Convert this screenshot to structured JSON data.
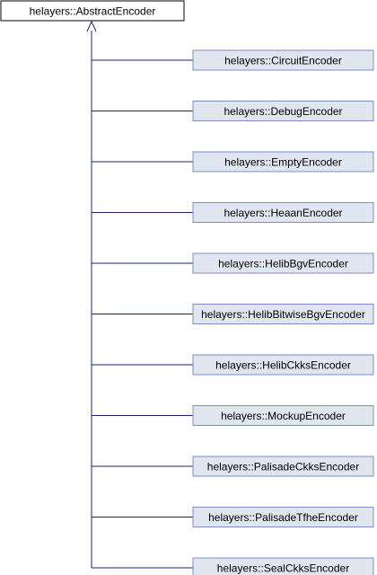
{
  "base_class": {
    "label": "helayers::AbstractEncoder"
  },
  "derived_classes": [
    {
      "label": "helayers::CircuitEncoder"
    },
    {
      "label": "helayers::DebugEncoder"
    },
    {
      "label": "helayers::EmptyEncoder"
    },
    {
      "label": "helayers::HeaanEncoder"
    },
    {
      "label": "helayers::HelibBgvEncoder"
    },
    {
      "label": "helayers::HelibBitwiseBgvEncoder"
    },
    {
      "label": "helayers::HelibCkksEncoder"
    },
    {
      "label": "helayers::MockupEncoder"
    },
    {
      "label": "helayers::PalisadeCkksEncoder"
    },
    {
      "label": "helayers::PalisadeTfheEncoder"
    },
    {
      "label": "helayers::SealCkksEncoder"
    }
  ],
  "colors": {
    "base_fill": "#ffffff",
    "base_border": "#000000",
    "derived_fill": "#e0e6f0",
    "derived_border": "#7a8fc4",
    "edge": "#1a237e",
    "text": "#000000"
  }
}
